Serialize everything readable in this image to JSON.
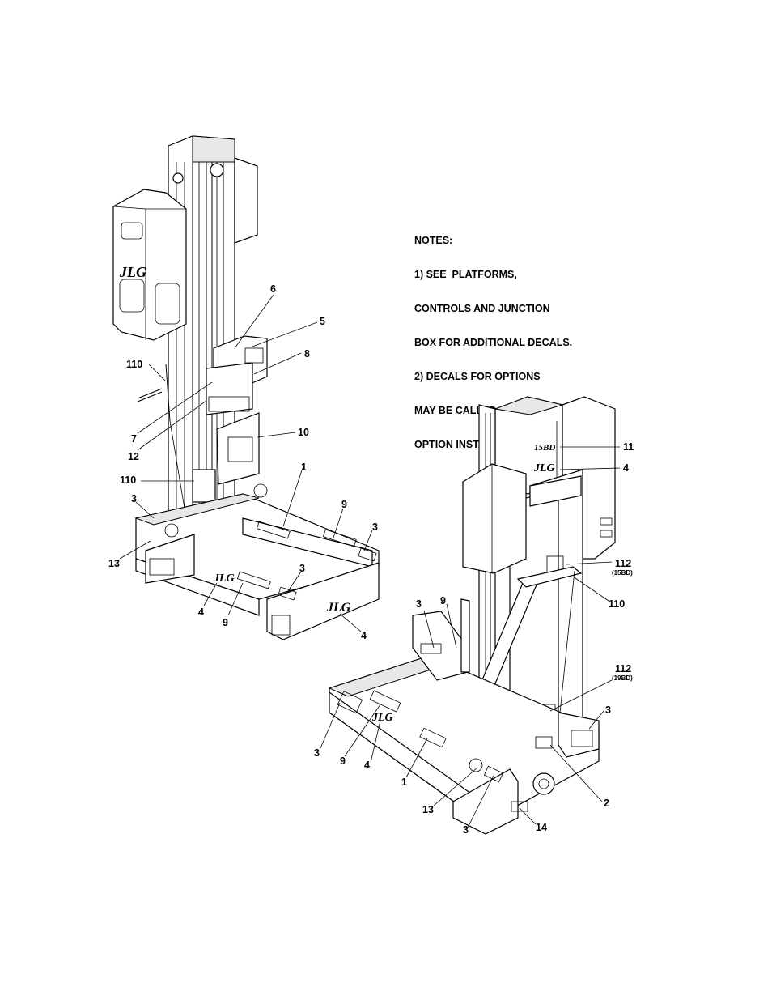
{
  "notes": {
    "lines": [
      "NOTES:",
      "1) SEE  PLATFORMS,",
      "CONTROLS AND JUNCTION",
      "BOX FOR ADDITIONAL DECALS.",
      "2) DECALS FOR OPTIONS",
      "MAY BE CALLED OUT WITH",
      "OPTION INSTALLATION"
    ]
  },
  "logo_text": "JLG",
  "model_text": "15BD",
  "left_view": {
    "callouts": {
      "c6": "6",
      "c5": "5",
      "c8": "8",
      "c110a": "110",
      "c7": "7",
      "c12": "12",
      "c10": "10",
      "c110b": "110",
      "c1": "1",
      "c3a": "3",
      "c9a": "9",
      "c3b": "3",
      "c13": "13",
      "c3c": "3",
      "c4a": "4",
      "c9b": "9",
      "c4b": "4"
    }
  },
  "right_view": {
    "callouts": {
      "c11": "11",
      "c4a": "4",
      "c112a": "112",
      "c112a_sub": "(15BD)",
      "c110": "110",
      "c3a": "3",
      "c9a": "9",
      "c112b": "112",
      "c112b_sub": "(19BD)",
      "c3b": "3",
      "c3c": "3",
      "c9b": "9",
      "c4b": "4",
      "c1": "1",
      "c2": "2",
      "c13": "13",
      "c14": "14",
      "c3d": "3"
    }
  }
}
